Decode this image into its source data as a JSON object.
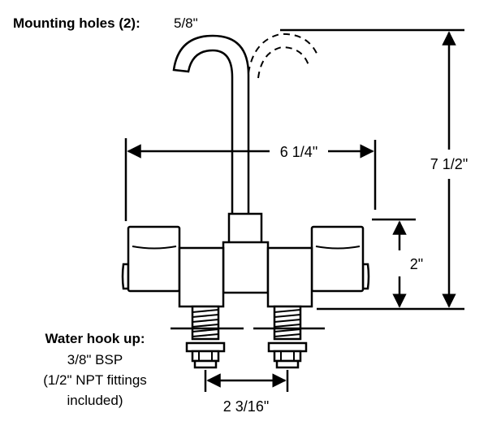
{
  "mounting_holes": {
    "label": "Mounting holes (2):",
    "value": "5/8\""
  },
  "dimensions": {
    "width": "6 1/4\"",
    "height": "7 1/2\"",
    "base_height": "2\"",
    "center_spacing": "2 3/16\""
  },
  "water_hookup": {
    "title": "Water hook up:",
    "line1": "3/8\" BSP",
    "line2": "(1/2\" NPT fittings",
    "line3": "included)"
  },
  "colors": {
    "ink": "#000000",
    "background": "#ffffff"
  }
}
